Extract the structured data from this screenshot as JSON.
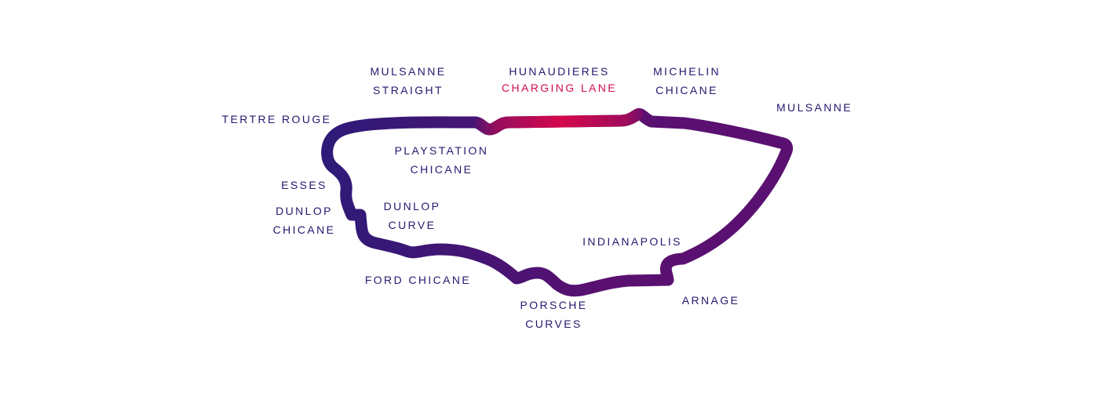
{
  "colors": {
    "label": "#231a6e",
    "highlight": "#d10f4f",
    "track_start": "#2d1a78",
    "track_mid": "#5a1070",
    "track_hot": "#d5084c",
    "background": "#ffffff"
  },
  "map": {
    "track_name": "",
    "highlighted_section": "Hunaudieres charging lane"
  },
  "labels": {
    "mulsanne_straight": {
      "line1": "MULSANNE",
      "line2": "STRAIGHT"
    },
    "hunaudieres": {
      "line1": "HUNAUDIERES",
      "line2": "CHARGING LANE"
    },
    "michelin_chicane": {
      "line1": "MICHELIN",
      "line2": "CHICANE"
    },
    "mulsanne": {
      "line1": "MULSANNE"
    },
    "tertre_rouge": {
      "line1": "TERTRE ROUGE"
    },
    "playstation_chicane": {
      "line1": "PLAYSTATION",
      "line2": "CHICANE"
    },
    "esses": {
      "line1": "ESSES"
    },
    "dunlop_chicane": {
      "line1": "DUNLOP",
      "line2": "CHICANE"
    },
    "dunlop_curve": {
      "line1": "DUNLOP",
      "line2": "CURVE"
    },
    "indianapolis": {
      "line1": "INDIANAPOLIS"
    },
    "ford_chicane": {
      "line1": "FORD CHICANE"
    },
    "arnage": {
      "line1": "ARNAGE"
    },
    "porsche_curves": {
      "line1": "PORSCHE",
      "line2": "CURVES"
    }
  }
}
